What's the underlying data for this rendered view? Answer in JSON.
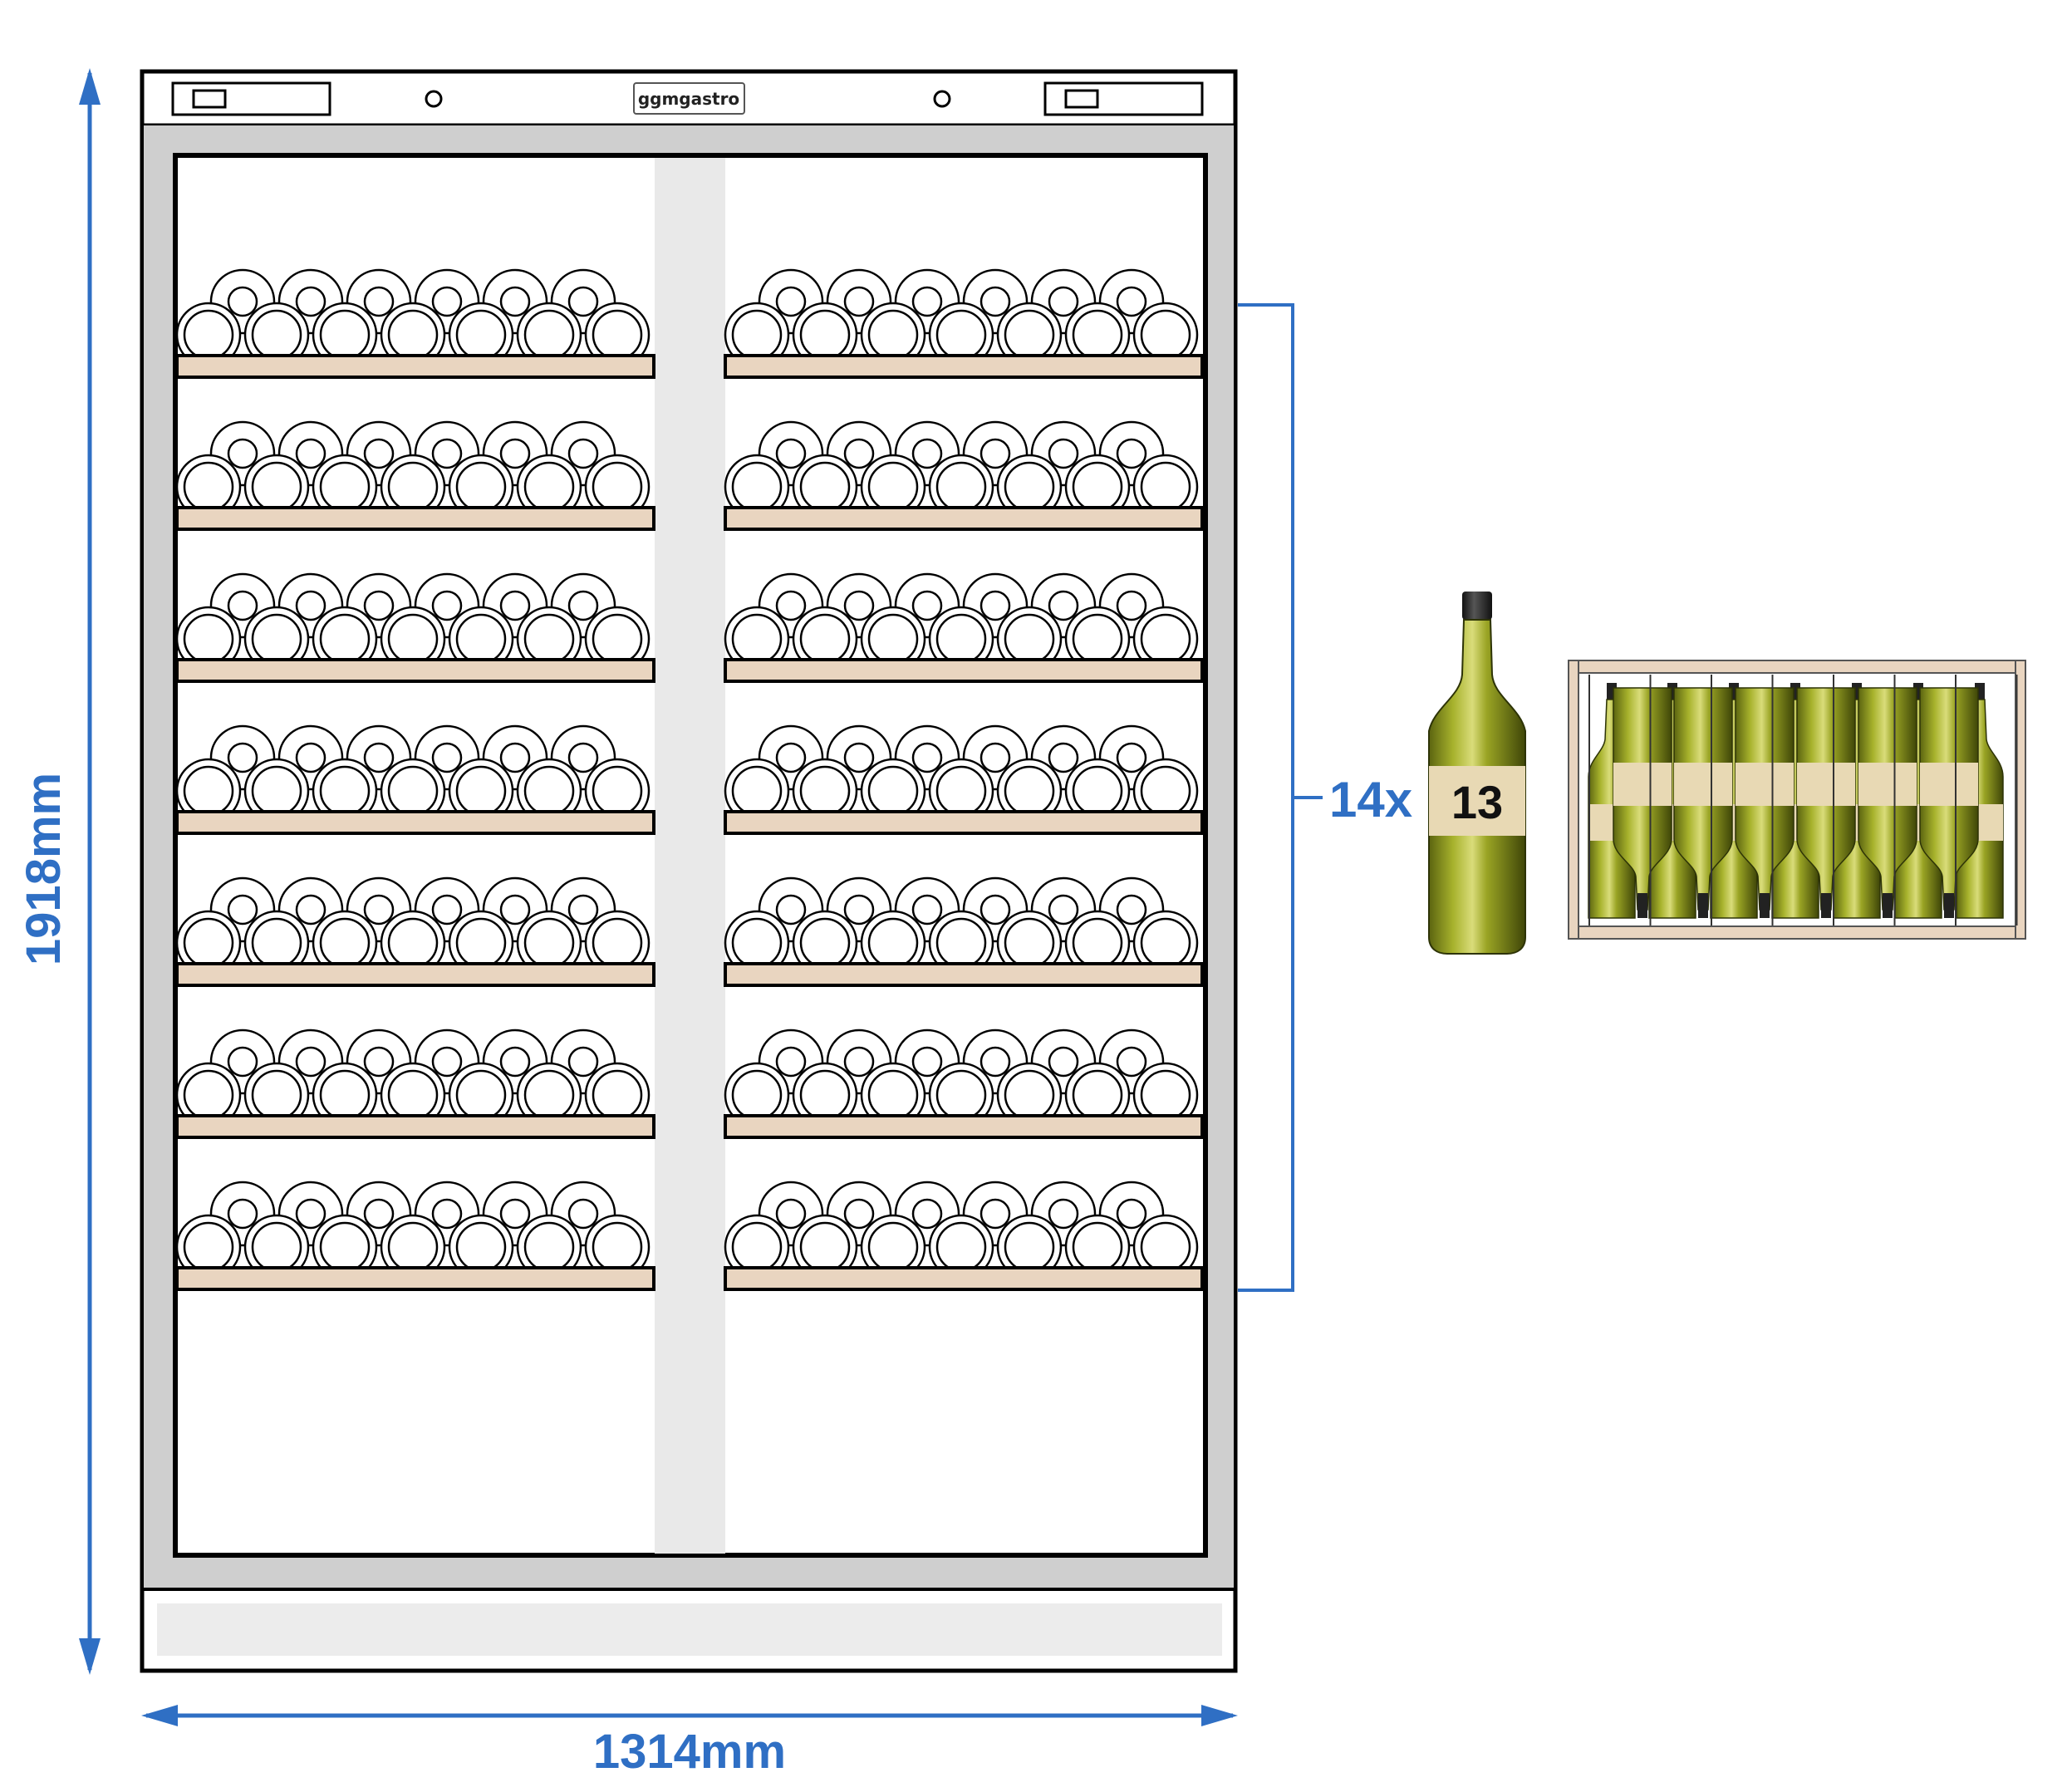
{
  "brand": "ggmgastro",
  "dimensions": {
    "height": "1918mm",
    "width": "1314mm"
  },
  "shelves": {
    "count_label": "14x",
    "bottles_per_shelf": 13,
    "rows": 7,
    "columns": 2
  },
  "bottle_label": "13",
  "colors": {
    "dimension_blue": "#2f6fc4",
    "shelf_wood": "#e9d5c0",
    "frame_gray": "#cfcfcf",
    "bottle_green": "#8f9a22"
  }
}
